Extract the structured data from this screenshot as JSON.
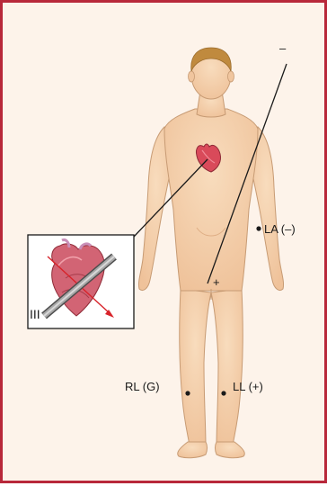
{
  "diagram": {
    "electrodes": {
      "la": "LA (–)",
      "rl": "RL (G)",
      "ll": "LL (+)"
    },
    "polarity": {
      "negative": "–",
      "positive": "+"
    },
    "inset": {
      "lead": "III"
    }
  },
  "colors": {
    "background": "#fdf3ea",
    "border": "#b8283a",
    "skin": "#f5cfa8",
    "skin_outline": "#c79b74",
    "hair": "#c08a3e",
    "heart": "#d94a5a",
    "axis_arrow": "#d8232a",
    "lead_bar": "#7a7a7a"
  }
}
